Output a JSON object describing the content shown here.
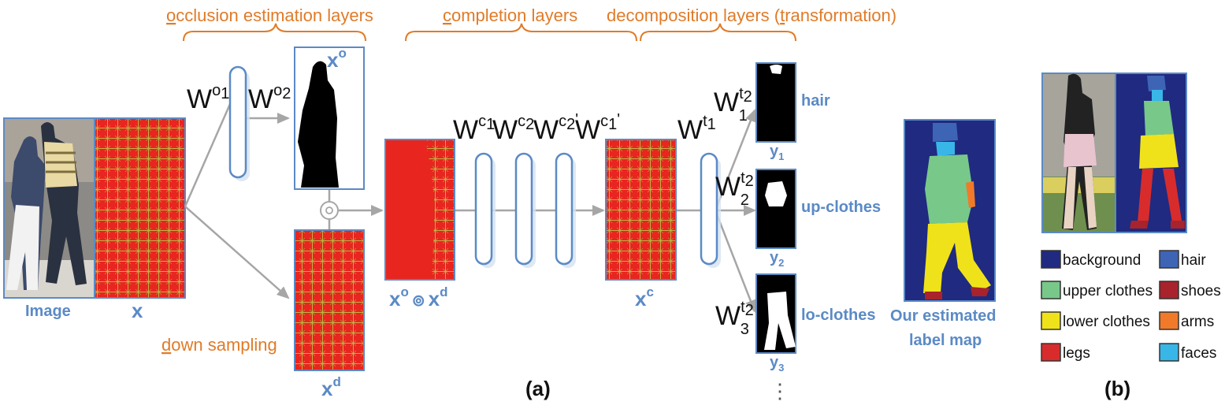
{
  "colors": {
    "accent_orange": "#E07B28",
    "label_blue": "#5B8AC6",
    "feature_red": "#E8251F",
    "feature_grid": "#B9C94A",
    "arrow_gray": "#A6A6A6",
    "layer_stroke": "#5B8AC6"
  },
  "headers": {
    "occlusion": {
      "key": "o",
      "rest": "cclusion estimation layers"
    },
    "completion": {
      "key": "c",
      "rest": "ompletion layers"
    },
    "decomposition": {
      "pre": "decomposition layers (",
      "key": "t",
      "post": "ransformation)"
    },
    "downsampling": {
      "key": "d",
      "rest": "own sampling"
    }
  },
  "labels": {
    "image": "Image",
    "x": "x",
    "xo_base": "x",
    "xo_sup": "o",
    "xd_base": "x",
    "xd_sup": "d",
    "xc_base": "x",
    "xc_sup": "c",
    "combo_a": "x",
    "combo_a_sup": "o",
    "combo_op": "⊚",
    "combo_b": "x",
    "combo_b_sup": "d",
    "y1": "y",
    "y1_sub": "1",
    "y2": "y",
    "y2_sub": "2",
    "y3": "y",
    "y3_sub": "3",
    "hair": "hair",
    "up_clothes": "up-clothes",
    "lo_clothes": "lo-clothes",
    "estimated_line1": "Our estimated",
    "estimated_line2": "label map",
    "ellipsis": "⋮",
    "panel_a": "(a)",
    "panel_b": "(b)"
  },
  "weights": {
    "wo1": {
      "base": "W",
      "sup": "o",
      "subsup": "1"
    },
    "wo2": {
      "base": "W",
      "sup": "o",
      "subsup": "2"
    },
    "wc1": {
      "base": "W",
      "sup": "c",
      "subsup": "1"
    },
    "wc2": {
      "base": "W",
      "sup": "c",
      "subsup": "2"
    },
    "wc2p": {
      "base": "W",
      "sup": "c",
      "subsup": "2",
      "prime": "'"
    },
    "wc1p": {
      "base": "W",
      "sup": "c",
      "subsup": "1",
      "prime": "'"
    },
    "wt1": {
      "base": "W",
      "sup": "t",
      "subsup": "1"
    },
    "wt2_1": {
      "base": "W",
      "sup": "t",
      "subsup": "2",
      "sub": "1"
    },
    "wt2_2": {
      "base": "W",
      "sup": "t",
      "subsup": "2",
      "sub": "2"
    },
    "wt2_3": {
      "base": "W",
      "sup": "t",
      "subsup": "2",
      "sub": "3"
    }
  },
  "legend": [
    {
      "label": "background",
      "color": "#1F2A80"
    },
    {
      "label": "hair",
      "color": "#3E64B5"
    },
    {
      "label": "upper clothes",
      "color": "#78C88A"
    },
    {
      "label": "shoes",
      "color": "#A8232C"
    },
    {
      "label": "lower clothes",
      "color": "#F0E21A"
    },
    {
      "label": "arms",
      "color": "#F07A2A"
    },
    {
      "label": "legs",
      "color": "#D82C2C"
    },
    {
      "label": "faces",
      "color": "#38B6E8"
    }
  ]
}
